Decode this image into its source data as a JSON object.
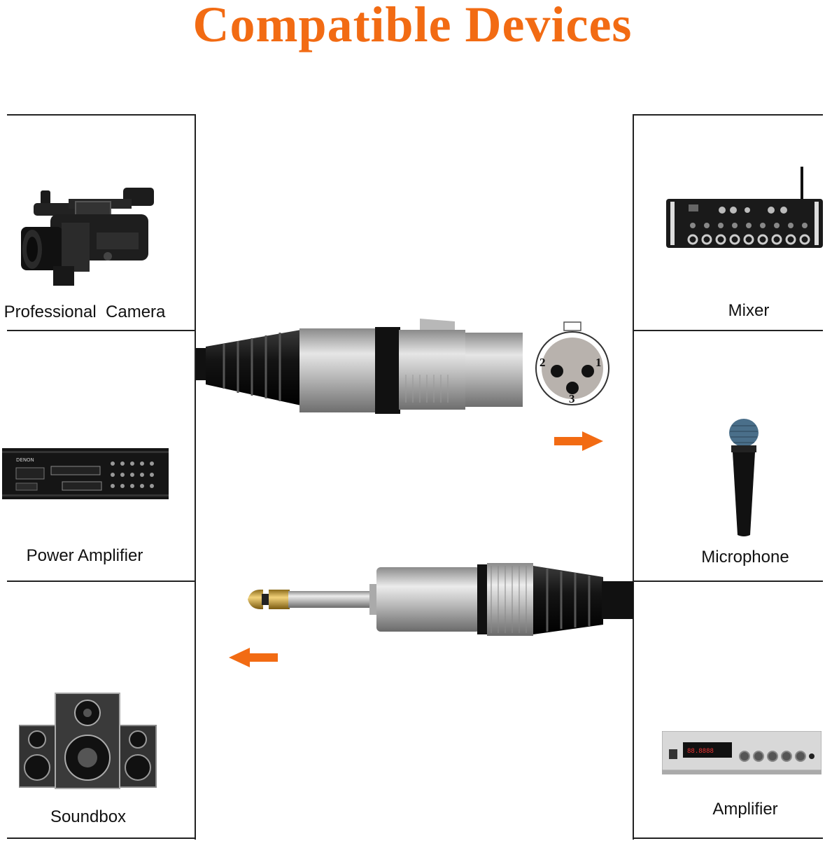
{
  "title": "Compatible Devices",
  "accent_color": "#f26b13",
  "devices_left": [
    {
      "label": "Professional  Camera",
      "icon": "camcorder-icon"
    },
    {
      "label": "Power Amplifier",
      "icon": "power-amplifier-icon"
    },
    {
      "label": "Soundbox",
      "icon": "speaker-icon"
    }
  ],
  "devices_right": [
    {
      "label": "Mixer",
      "icon": "mixer-icon"
    },
    {
      "label": "Microphone",
      "icon": "microphone-icon"
    },
    {
      "label": "Amplifier",
      "icon": "amplifier-icon"
    }
  ],
  "xlr_pins": [
    "2",
    "1",
    "3"
  ]
}
